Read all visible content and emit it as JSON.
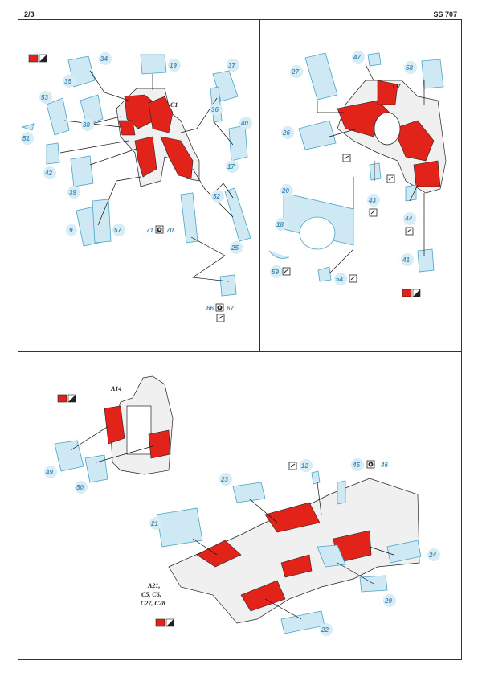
{
  "header": {
    "page": "2/3",
    "code": "SS 707"
  },
  "colors": {
    "red": "#e2231a",
    "etch_blue": "#cfe9f4",
    "etch_stroke": "#4aa3c9",
    "frame": "#333333"
  },
  "icons": {
    "color_swatch": "red-black-white-swatch-icon",
    "fold": "fold-icon",
    "glue": "glue-icon"
  },
  "panel1": {
    "ref_label": "C1",
    "parts": [
      "34",
      "35",
      "19",
      "37",
      "53",
      "36",
      "38",
      "51",
      "40",
      "17",
      "42",
      "39",
      "52",
      "9",
      "57",
      "71",
      "70",
      "25",
      "66",
      "67"
    ]
  },
  "panel2": {
    "ref_label": "C7",
    "parts": [
      "27",
      "47",
      "58",
      "26",
      "43",
      "20",
      "18",
      "44",
      "41",
      "59",
      "54"
    ]
  },
  "panel3": {
    "ref_label_a14": "A14",
    "parts": [
      "49",
      "50",
      "12",
      "45",
      "46",
      "23",
      "21",
      "24",
      "29",
      "22"
    ],
    "ref_group": [
      "A21,",
      "C5, C6,",
      "C27, C28"
    ]
  }
}
